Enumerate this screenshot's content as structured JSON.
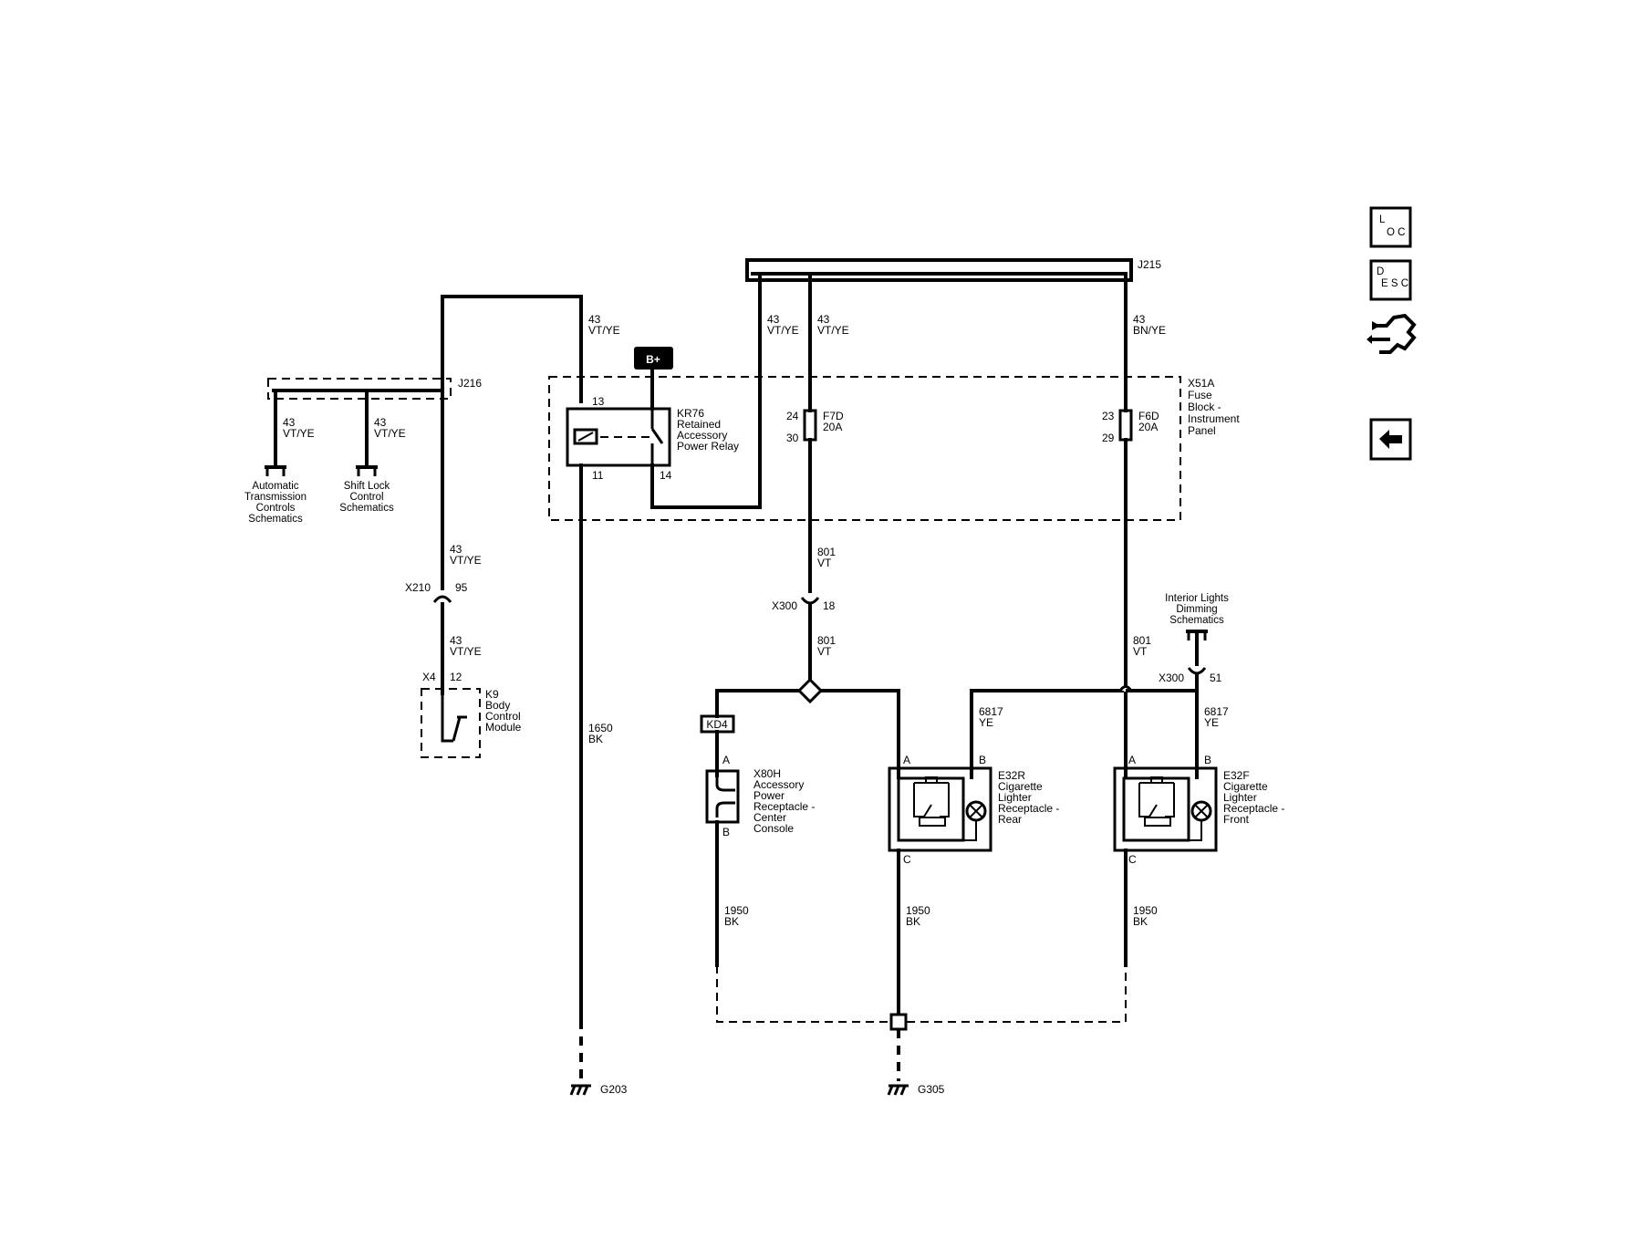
{
  "splice_j215": "J215",
  "splice_j216": "J216",
  "fuse_block": {
    "id": "X51A",
    "name": "Fuse Block - Instrument Panel",
    "l1": "X51A",
    "l2": "Fuse",
    "l3": "Block -",
    "l4": "Instrument",
    "l5": "Panel"
  },
  "relay": {
    "id": "KR76",
    "l1": "KR76",
    "l2": "Retained",
    "l3": "Accessory",
    "l4": "Power Relay",
    "pin13": "13",
    "pin11": "11",
    "pin14": "14"
  },
  "battery": "B+",
  "fuse_f7d": {
    "name": "F7D",
    "rating": "20A",
    "pin_top": "24",
    "pin_bot": "30"
  },
  "fuse_f6d": {
    "name": "F6D",
    "rating": "20A",
    "pin_top": "23",
    "pin_bot": "29"
  },
  "wire_43_vtye": {
    "gauge": "43",
    "color": "VT/YE"
  },
  "wire_43_bnye": {
    "gauge": "43",
    "color": "BN/YE"
  },
  "wire_801_vt": {
    "gauge": "801",
    "color": "VT"
  },
  "wire_1650_bk": {
    "gauge": "1650",
    "color": "BK"
  },
  "wire_1950_bk": {
    "gauge": "1950",
    "color": "BK"
  },
  "wire_6817_ye": {
    "gauge": "6817",
    "color": "YE"
  },
  "ref_atc": {
    "l1": "Automatic",
    "l2": "Transmission",
    "l3": "Controls",
    "l4": "Schematics"
  },
  "ref_shift": {
    "l1": "Shift Lock",
    "l2": "Control",
    "l3": "Schematics"
  },
  "ref_dimming": {
    "l1": "Interior Lights",
    "l2": "Dimming",
    "l3": "Schematics"
  },
  "conn_x210": {
    "name": "X210",
    "pin": "95"
  },
  "conn_x300_18": {
    "name": "X300",
    "pin": "18"
  },
  "conn_x300_51": {
    "name": "X300",
    "pin": "51"
  },
  "conn_x4": {
    "name": "X4",
    "pin": "12"
  },
  "bcm": {
    "id": "K9",
    "l1": "K9",
    "l2": "Body",
    "l3": "Control",
    "l4": "Module"
  },
  "kd4": "KD4",
  "x80h": {
    "l1": "X80H",
    "l2": "Accessory",
    "l3": "Power",
    "l4": "Receptacle -",
    "l5": "Center",
    "l6": "Console",
    "pinA": "A",
    "pinB": "B"
  },
  "e32r": {
    "l1": "E32R",
    "l2": "Cigarette",
    "l3": "Lighter",
    "l4": "Receptacle -",
    "l5": "Rear",
    "pinA": "A",
    "pinB": "B",
    "pinC": "C"
  },
  "e32f": {
    "l1": "E32F",
    "l2": "Cigarette",
    "l3": "Lighter",
    "l4": "Receptacle -",
    "l5": "Front",
    "pinA": "A",
    "pinB": "B",
    "pinC": "C"
  },
  "ground_g203": "G203",
  "ground_g305": "G305",
  "nav": {
    "loc_l": "L",
    "loc_oc": "O C",
    "desc_d": "D",
    "desc_esc": "E S C"
  }
}
